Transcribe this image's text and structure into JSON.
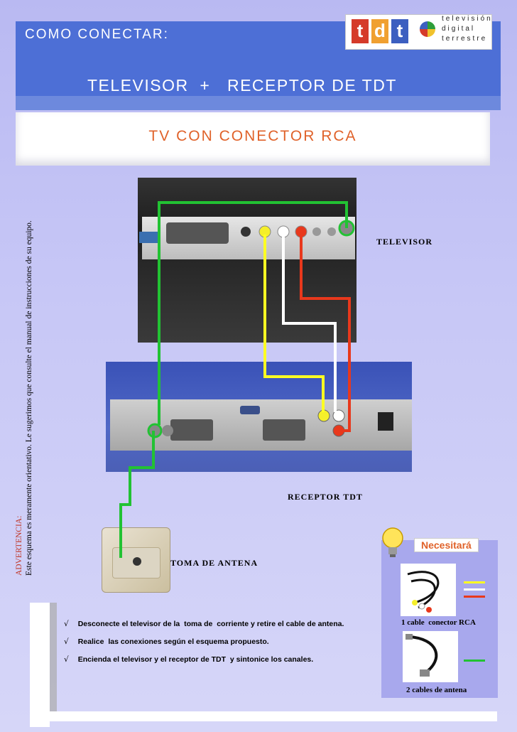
{
  "header": {
    "heading": "COMO CONECTAR:",
    "title": "TELEVISOR  +   RECEPTOR DE TDT",
    "logo": {
      "letters": [
        "t",
        "d",
        "t"
      ],
      "lines": [
        "televisión",
        "digital",
        "terrestre"
      ]
    }
  },
  "subheader": {
    "title": "TV CON CONECTOR RCA"
  },
  "side_note": {
    "warning_label": "ADVERTENCIA:",
    "text": "Este esquema es meramente orientativo. Le sugerimos que consulte el manual de instrucciones de su equipo."
  },
  "labels": {
    "tv": "TELEVISOR",
    "receiver": "RECEPTOR  TDT",
    "antenna": "TOMA  DE  ANTENA"
  },
  "needs": {
    "title": "Necesitará",
    "items": [
      {
        "caption": "1 cable  conector RCA",
        "wire_colors": [
          "#ffff22",
          "#ffffff",
          "#e8381c"
        ]
      },
      {
        "caption": "2 cables de antena",
        "wire_colors": [
          "#22c233"
        ]
      }
    ]
  },
  "steps": [
    {
      "mark": "√",
      "text": "Desconecte el televisor de la  toma de  corriente y retire el cable de antena."
    },
    {
      "mark": "√",
      "text": "Realice  las conexiones según el esquema propuesto."
    },
    {
      "mark": "√",
      "text": "Encienda el televisor y el receptor de TDT  y sintonice los canales."
    }
  ],
  "colors": {
    "header_band": "#4d6fd6",
    "accent_orange": "#e0622a",
    "cable_green": "#22c233",
    "cable_yellow": "#ffff22",
    "cable_white": "#ffffff",
    "cable_red": "#e8381c"
  }
}
